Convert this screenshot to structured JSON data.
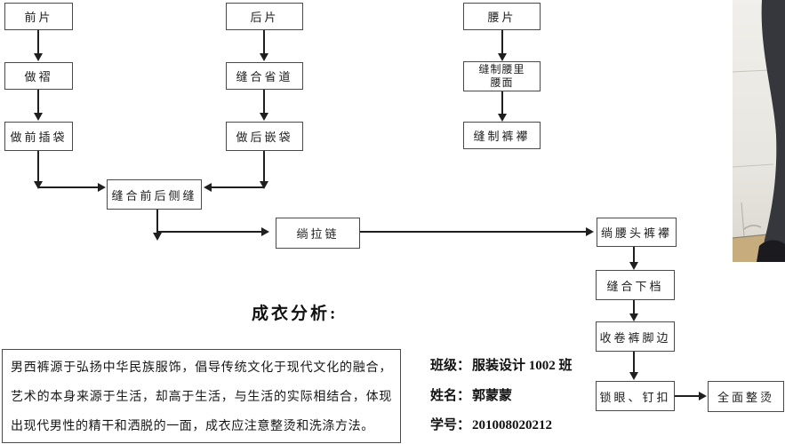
{
  "flowchart": {
    "boxes": [
      {
        "name": "front-piece",
        "label": "前片"
      },
      {
        "name": "make-pleat",
        "label": "做褶"
      },
      {
        "name": "front-slant-pocket",
        "label": "做前插袋"
      },
      {
        "name": "back-piece",
        "label": "后片"
      },
      {
        "name": "sew-dart",
        "label": "缝合省道"
      },
      {
        "name": "back-welt-pocket",
        "label": "做后嵌袋"
      },
      {
        "name": "waist-piece",
        "label": "腰片"
      },
      {
        "name": "sew-waistband-facing",
        "label": "缝制腰里腰面"
      },
      {
        "name": "sew-belt-loop",
        "label": "缝制裤襻"
      },
      {
        "name": "sew-side-seam",
        "label": "缝合前后侧缝"
      },
      {
        "name": "attach-zipper",
        "label": "绱拉链"
      },
      {
        "name": "attach-waistband",
        "label": "绱腰头裤襻"
      },
      {
        "name": "sew-inseam",
        "label": "缝合下档"
      },
      {
        "name": "hem-trouser-leg",
        "label": "收卷裤脚边"
      },
      {
        "name": "buttonhole-button",
        "label": "锁眼、钉扣"
      },
      {
        "name": "final-press",
        "label": "全面整烫"
      }
    ]
  },
  "analysis": {
    "title": "成衣分析:",
    "body": "男西裤源于弘扬中华民族服饰，倡导传统文化于现代文化的融合，艺术的本身来源于生活，却高于生活，与生活的实际相结合，体现出现代男性的精干和洒脱的一面，成衣应注意整烫和洗涤方法。"
  },
  "student": {
    "class_label": "班级：",
    "class_value": "服装设计 1002 班",
    "name_label": "姓名：",
    "name_value": "郭蒙蒙",
    "id_label": "学号：",
    "id_value": "201008020212"
  },
  "photo": {
    "name": "trouser-leg-photo"
  },
  "colors": {
    "line": "#1f1f1f",
    "box_border": "#4a4a4a",
    "text": "#1a1a1a",
    "wall": "#ecebe6",
    "trouser": "#36373d",
    "floor": "#c7ad7d"
  }
}
